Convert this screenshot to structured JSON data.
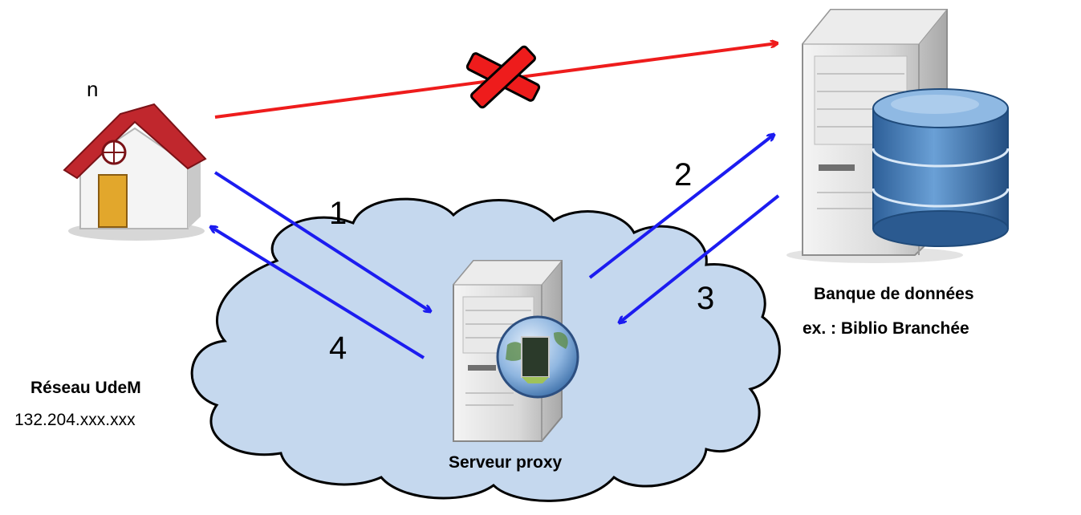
{
  "partial_text": "n",
  "steps": [
    "1",
    "2",
    "3",
    "4"
  ],
  "proxy": {
    "label": "Serveur proxy"
  },
  "udem_network": {
    "name": "Réseau UdeM",
    "ip": "132.204.xxx.xxx"
  },
  "database": {
    "name": "Banque de données",
    "example": "ex. : Biblio Branchée"
  },
  "colors": {
    "blocked_arrow": "#ee1c1c",
    "flow_arrow": "#1c1cf0",
    "cloud_fill": "#c5d8ee",
    "roof": "#c0272d",
    "cylinder": "#3f78b4"
  },
  "icons": [
    "house-icon",
    "cloud-icon",
    "proxy-server-icon",
    "database-server-icon",
    "blocked-x-icon"
  ]
}
